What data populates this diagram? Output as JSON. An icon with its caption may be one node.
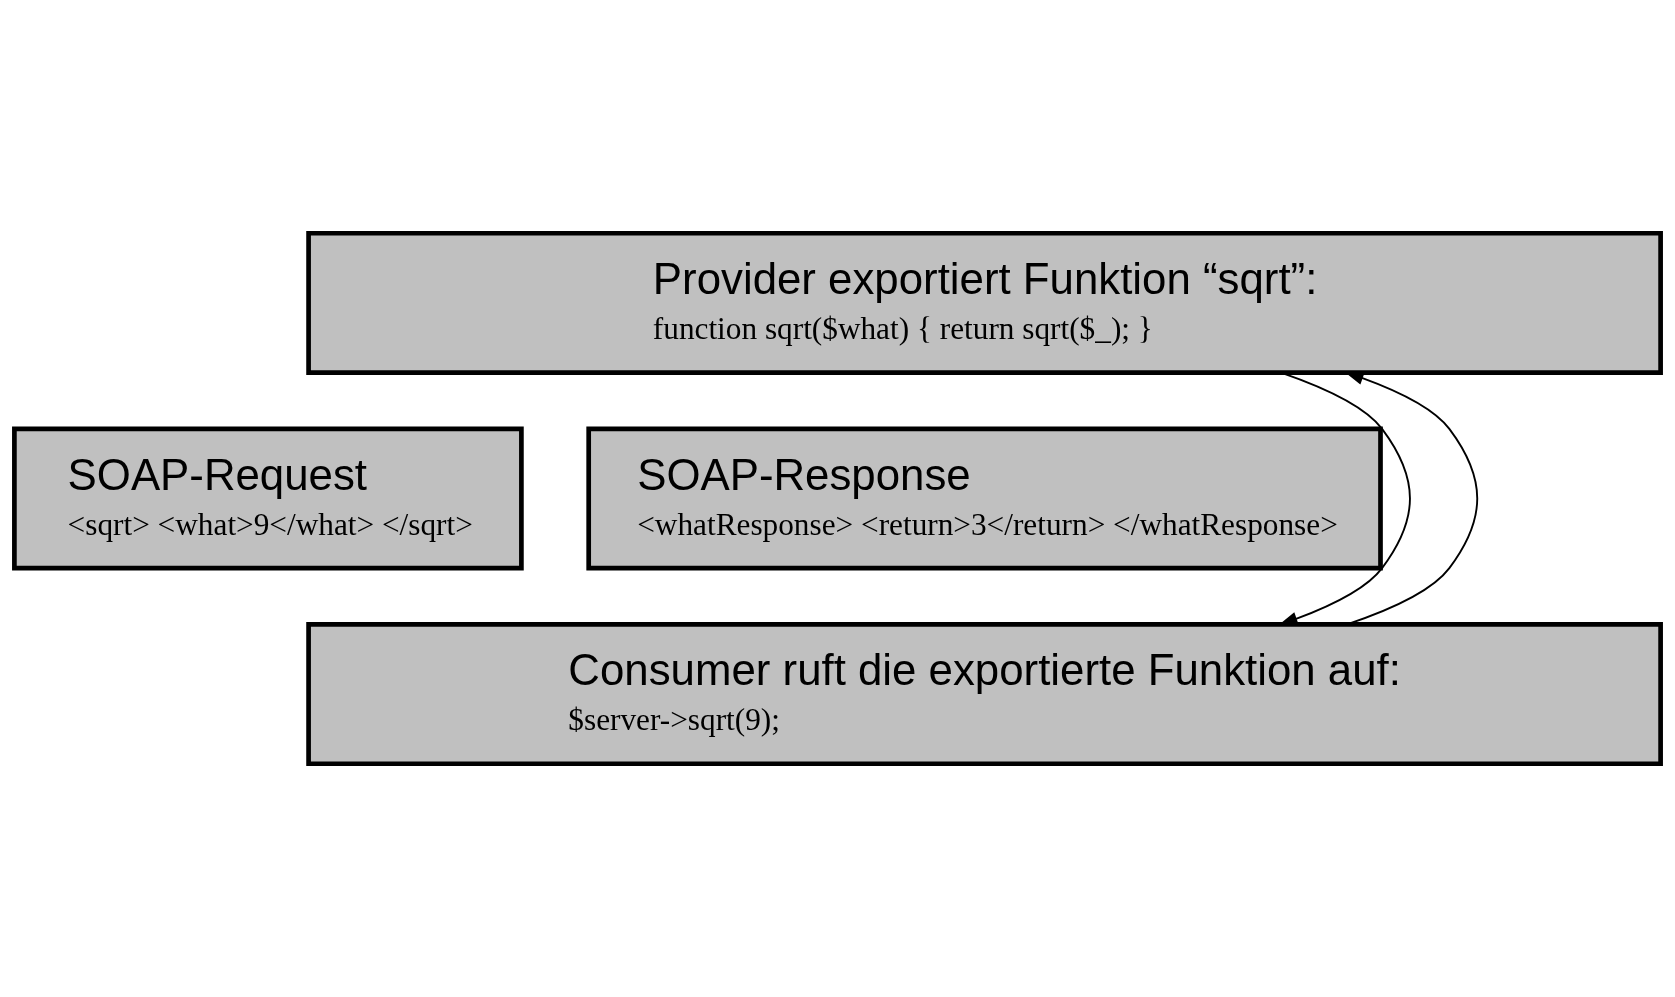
{
  "diagram": {
    "nodes": [
      {
        "text": [
          "Provider exportiert Funktion “sqrt”:",
          "function sqrt($what) { return sqrt($_); }"
        ]
      },
      {
        "text": [
          "SOAP-Request",
          "<sqrt> <what>9</what> </sqrt>"
        ]
      },
      {
        "text": [
          "SOAP-Response",
          "<whatResponse> <return>3</return> </whatResponse>"
        ]
      },
      {
        "text": [
          "Consumer ruft die exportierte Funktion auf:",
          "$server->sqrt(9);"
        ]
      }
    ],
    "edges": [
      {
        "from": 3,
        "to": 0,
        "arrow": "to"
      },
      {
        "from": 0,
        "to": 3,
        "arrow": "to"
      }
    ]
  }
}
